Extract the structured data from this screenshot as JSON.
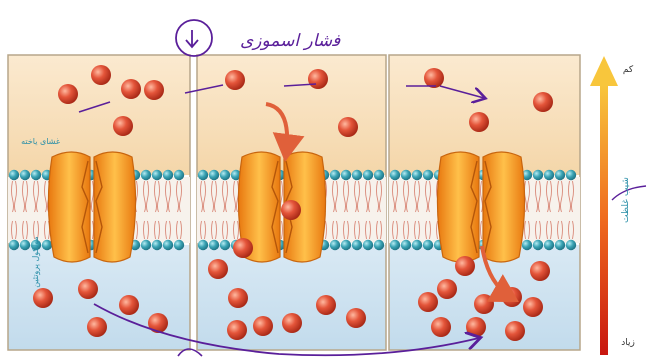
{
  "labels": {
    "handwritten_top": "ﻓﺷﺎر اسموزی",
    "membrane": "غشای یاخته",
    "protein": "مولکول پروتئین",
    "scale_low": "کم",
    "scale_mid": "شیب غلظت",
    "scale_high": "زیاد"
  },
  "colors": {
    "outside": "#f7dfb8",
    "inside": "#cfe3f0",
    "bead": "#3a9fb0",
    "protein": "#f08a1c",
    "molecule": "#d8432a",
    "ink": "#5a1f9a",
    "arrow_hi": "#c21d12",
    "arrow_lo": "#f6c23a"
  }
}
